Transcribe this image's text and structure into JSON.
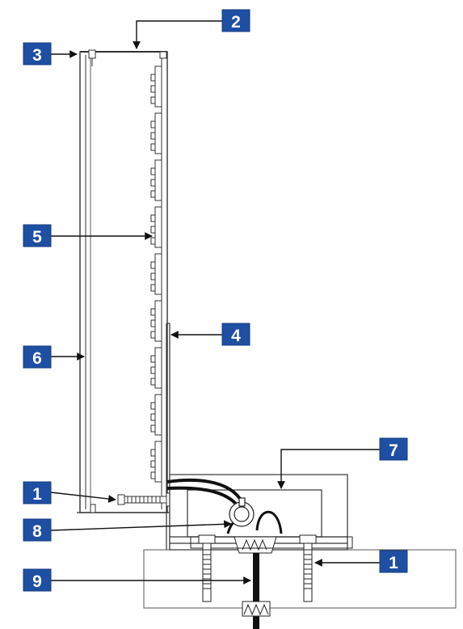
{
  "colors": {
    "badge_blue": "#1f4fa3",
    "badge_edge": "#163d82",
    "line": "#222222",
    "arrow": "#111111"
  },
  "callouts": [
    {
      "id": "callout-1-bolt",
      "label": "1"
    },
    {
      "id": "callout-1-anchor",
      "label": "1"
    },
    {
      "id": "callout-2",
      "label": "2"
    },
    {
      "id": "callout-3",
      "label": "3"
    },
    {
      "id": "callout-4",
      "label": "4"
    },
    {
      "id": "callout-5",
      "label": "5"
    },
    {
      "id": "callout-6",
      "label": "6"
    },
    {
      "id": "callout-7",
      "label": "7"
    },
    {
      "id": "callout-8",
      "label": "8"
    },
    {
      "id": "callout-9",
      "label": "9"
    }
  ]
}
